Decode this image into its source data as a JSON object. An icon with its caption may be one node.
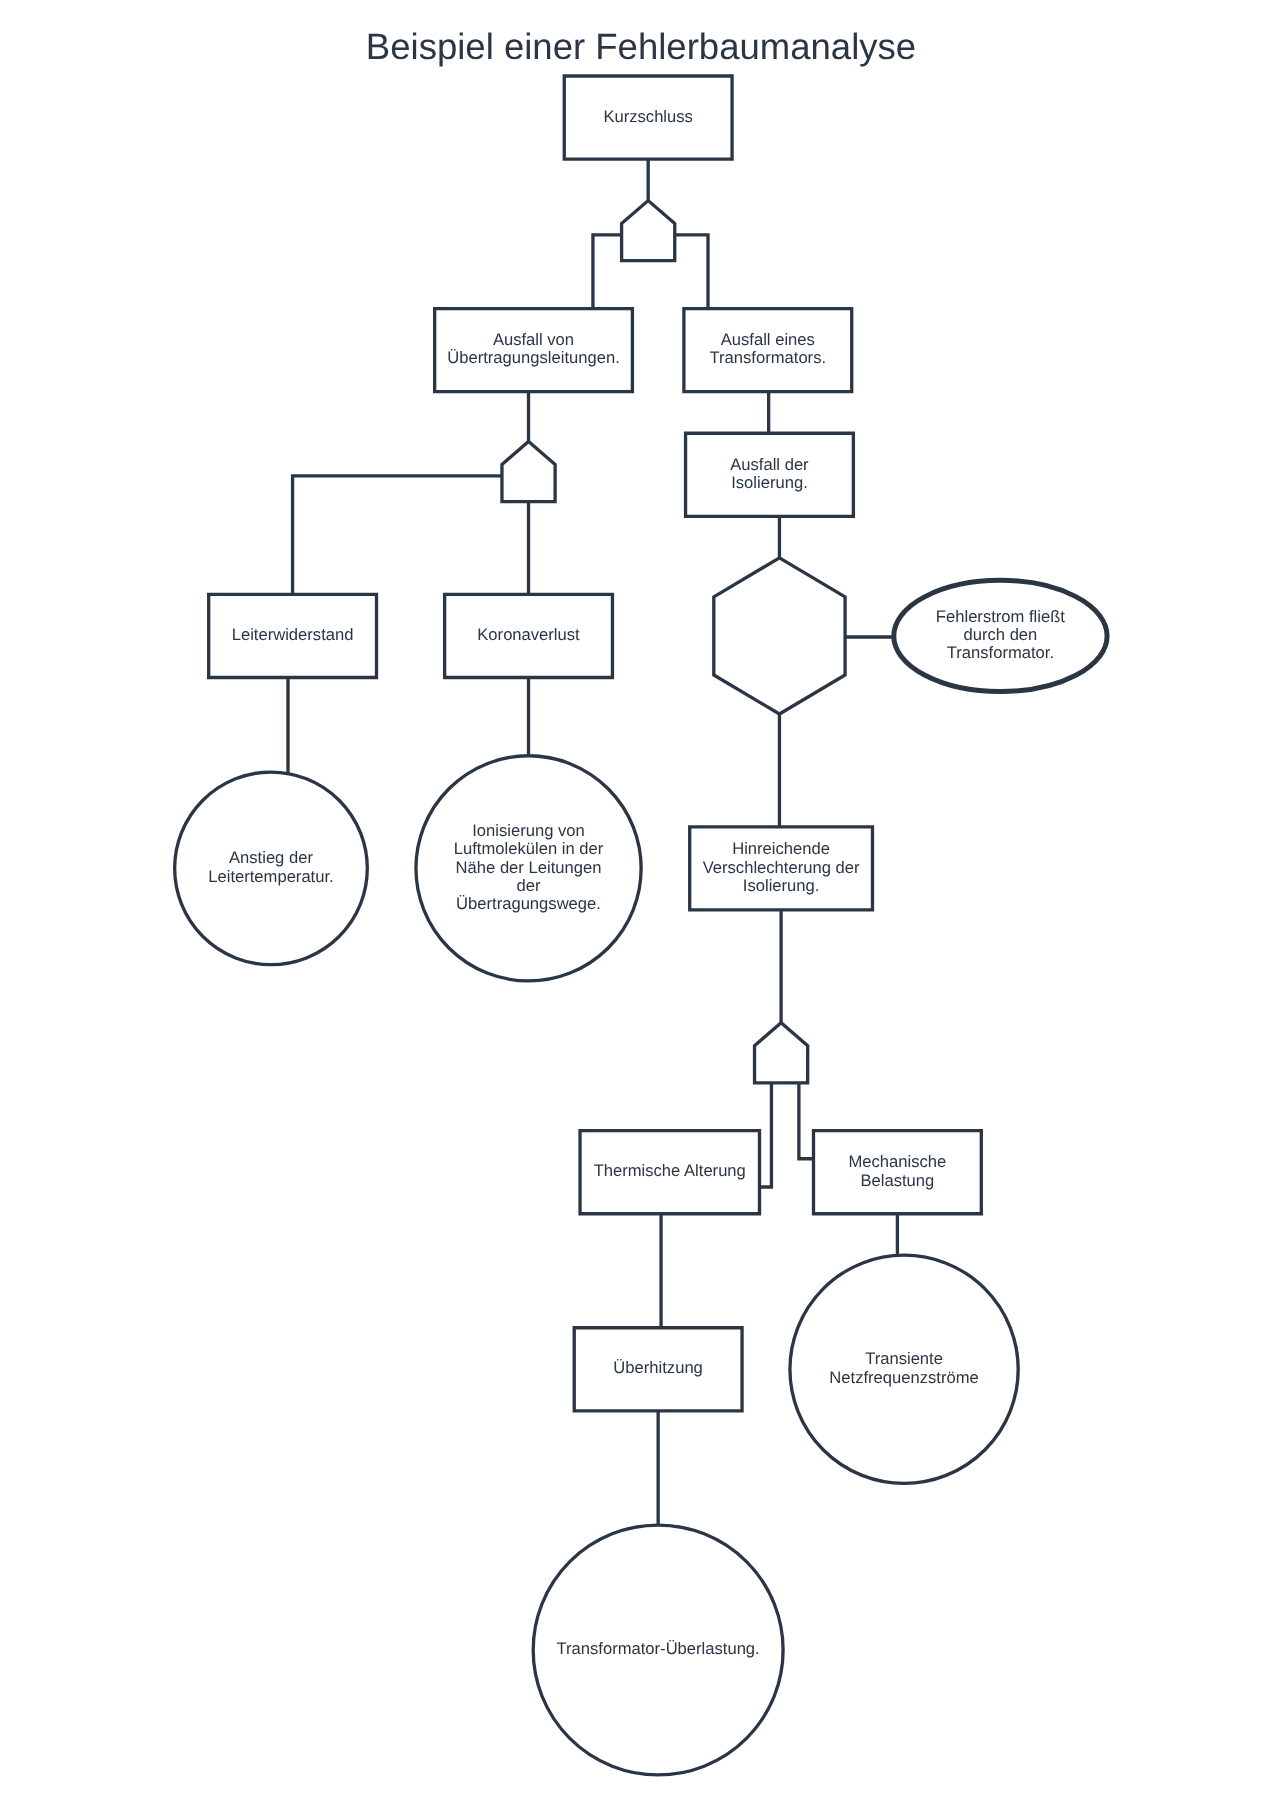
{
  "diagram": {
    "title": "Beispiel einer Fehlerbaumanalyse",
    "nodes": [
      {
        "text": [
          "Kurzschluss"
        ]
      },
      {
        "text": [],
        "shape": "gate"
      },
      {
        "text": [
          "Ausfall von Übertragungsleitungen."
        ]
      },
      {
        "text": [
          "Ausfall eines Transformators."
        ]
      },
      {
        "text": [],
        "shape": "gate"
      },
      {
        "text": [
          "Leiterwiderstand"
        ]
      },
      {
        "text": [
          "Koronaverlust"
        ]
      },
      {
        "text": [
          "Ausfall der Isolierung."
        ]
      },
      {
        "text": [
          "Anstieg der Leitertemperatur."
        ]
      },
      {
        "text": [
          "Ionisierung von Luftmolekülen in der Nähe der Leitungen der Übertragungswege."
        ]
      },
      {
        "text": [],
        "shape": "hexagon"
      },
      {
        "text": [
          "Fehlerstrom fließt durch den Transformator."
        ]
      },
      {
        "text": [
          "Hinreichende Verschlechterung der Isolierung."
        ]
      },
      {
        "text": [],
        "shape": "gate"
      },
      {
        "text": [
          "Thermische Alterung"
        ]
      },
      {
        "text": [
          "Mechanische Belastung"
        ]
      },
      {
        "text": [
          "Überhitzung"
        ]
      },
      {
        "text": [
          "Transiente Netzfrequenzströme"
        ]
      },
      {
        "text": [
          "Transformator-Überlastung."
        ]
      }
    ],
    "edges": [
      {
        "from": 0,
        "to": 1,
        "arrow": "none"
      },
      {
        "from": 1,
        "to": 2,
        "arrow": "none"
      },
      {
        "from": 1,
        "to": 3,
        "arrow": "none"
      },
      {
        "from": 2,
        "to": 4,
        "arrow": "none"
      },
      {
        "from": 4,
        "to": 5,
        "arrow": "none"
      },
      {
        "from": 4,
        "to": 6,
        "arrow": "none"
      },
      {
        "from": 5,
        "to": 8,
        "arrow": "none"
      },
      {
        "from": 6,
        "to": 9,
        "arrow": "none"
      },
      {
        "from": 3,
        "to": 7,
        "arrow": "none"
      },
      {
        "from": 7,
        "to": 10,
        "arrow": "none"
      },
      {
        "from": 10,
        "to": 11,
        "arrow": "none"
      },
      {
        "from": 10,
        "to": 12,
        "arrow": "none"
      },
      {
        "from": 12,
        "to": 13,
        "arrow": "none"
      },
      {
        "from": 13,
        "to": 14,
        "arrow": "none"
      },
      {
        "from": 13,
        "to": 15,
        "arrow": "none"
      },
      {
        "from": 14,
        "to": 16,
        "arrow": "none"
      },
      {
        "from": 16,
        "to": 18,
        "arrow": "none"
      },
      {
        "from": 15,
        "to": 17,
        "arrow": "none"
      }
    ]
  }
}
